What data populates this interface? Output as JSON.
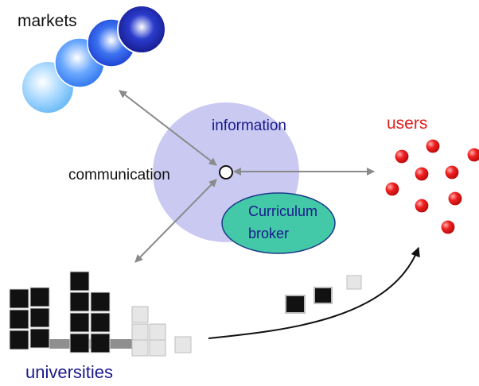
{
  "labels": {
    "markets": "markets",
    "information": "information",
    "users": "users",
    "communication": "communication",
    "broker_line1": "Curriculum",
    "broker_line2": "broker",
    "universities": "universities"
  },
  "colors": {
    "markets_text": "#111111",
    "information_text": "#1a1a8c",
    "users_text": "#e0201c",
    "universities_text": "#1a1a8c",
    "broker_text": "#1a1a8c",
    "info_circle": "#c9c9f2",
    "broker_fill": "#43c8a8",
    "user_dot": "#e81c1c",
    "arrow": "#8a8a8a",
    "market_spheres": [
      "#66b8f5",
      "#3c8af0",
      "#1c55e6",
      "#16168f"
    ]
  },
  "icons": {
    "markets": "stacked-spheres-icon",
    "users": "red-dots-cluster-icon",
    "universities": "block-buildings-icon",
    "hub": "hub-circle-icon"
  }
}
